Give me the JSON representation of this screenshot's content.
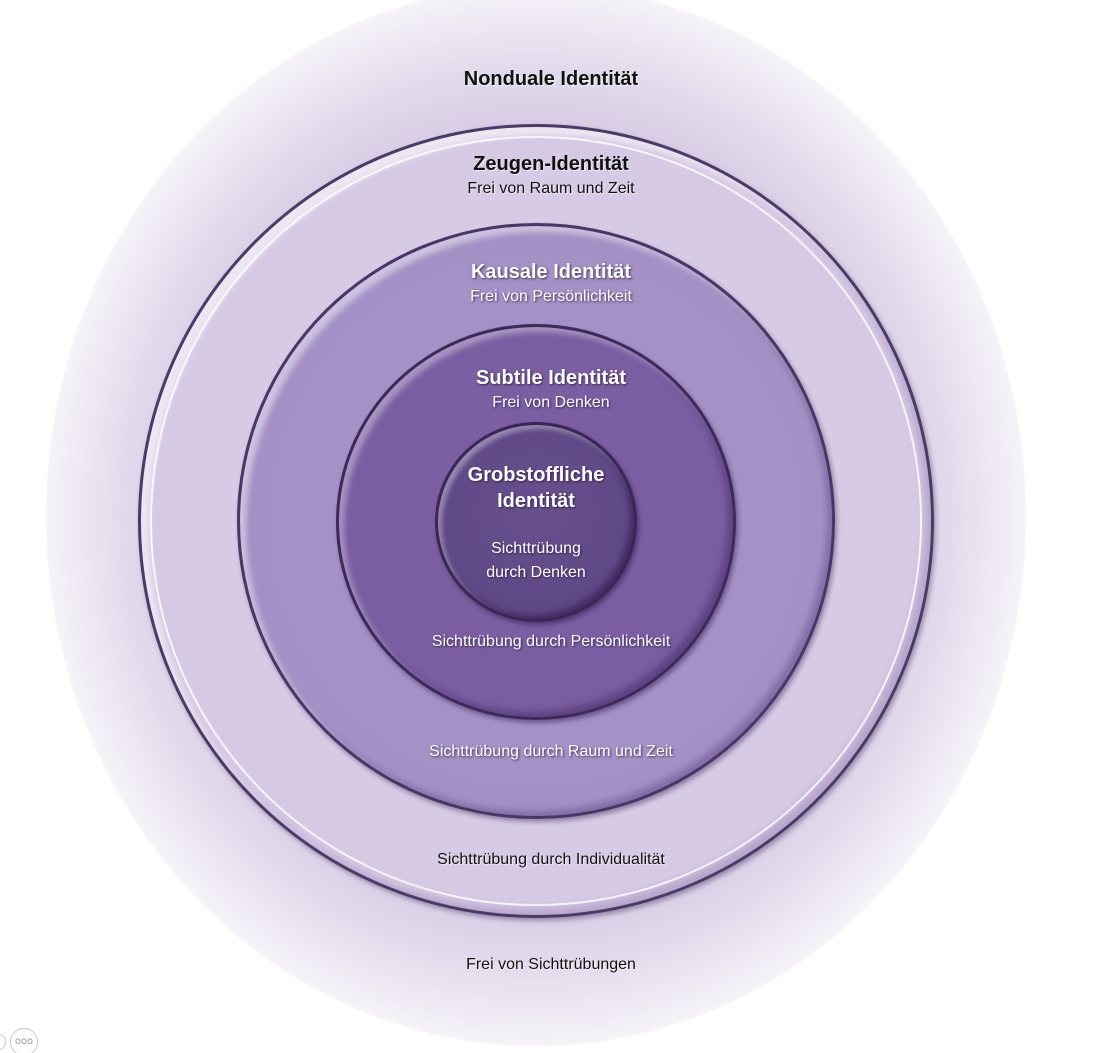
{
  "diagram": {
    "outer": {
      "title": "Nonduale Identität",
      "caption": "Frei von Sichttrübungen"
    },
    "zeugen": {
      "title": "Zeugen-Identität",
      "subtitle": "Frei von Raum und Zeit",
      "caption": "Sichttrübung durch Individualität"
    },
    "kausal": {
      "title": "Kausale Identität",
      "subtitle": "Frei von Persönlichkeit",
      "caption": "Sichttrübung durch Raum und Zeit"
    },
    "subtil": {
      "title": "Subtile Identität",
      "subtitle": "Frei von Denken",
      "caption": "Sichttrübung durch Persönlichkeit"
    },
    "grob": {
      "title_line1": "Grobstoffliche",
      "title_line2": "Identität",
      "caption_line1": "Sichttrübung",
      "caption_line2": "durch Denken"
    }
  },
  "controls": {
    "more_icon": "more-dots-icon",
    "more_glyph": "ooo"
  },
  "colors": {
    "halo": "#c8b8da",
    "zeugen_fill": "#d6c9e4",
    "kausal_fill": "#a390c4",
    "subtil_fill": "#7a5da1",
    "grob_fill": "#5f4886",
    "ring_border": "#4a3a66"
  }
}
